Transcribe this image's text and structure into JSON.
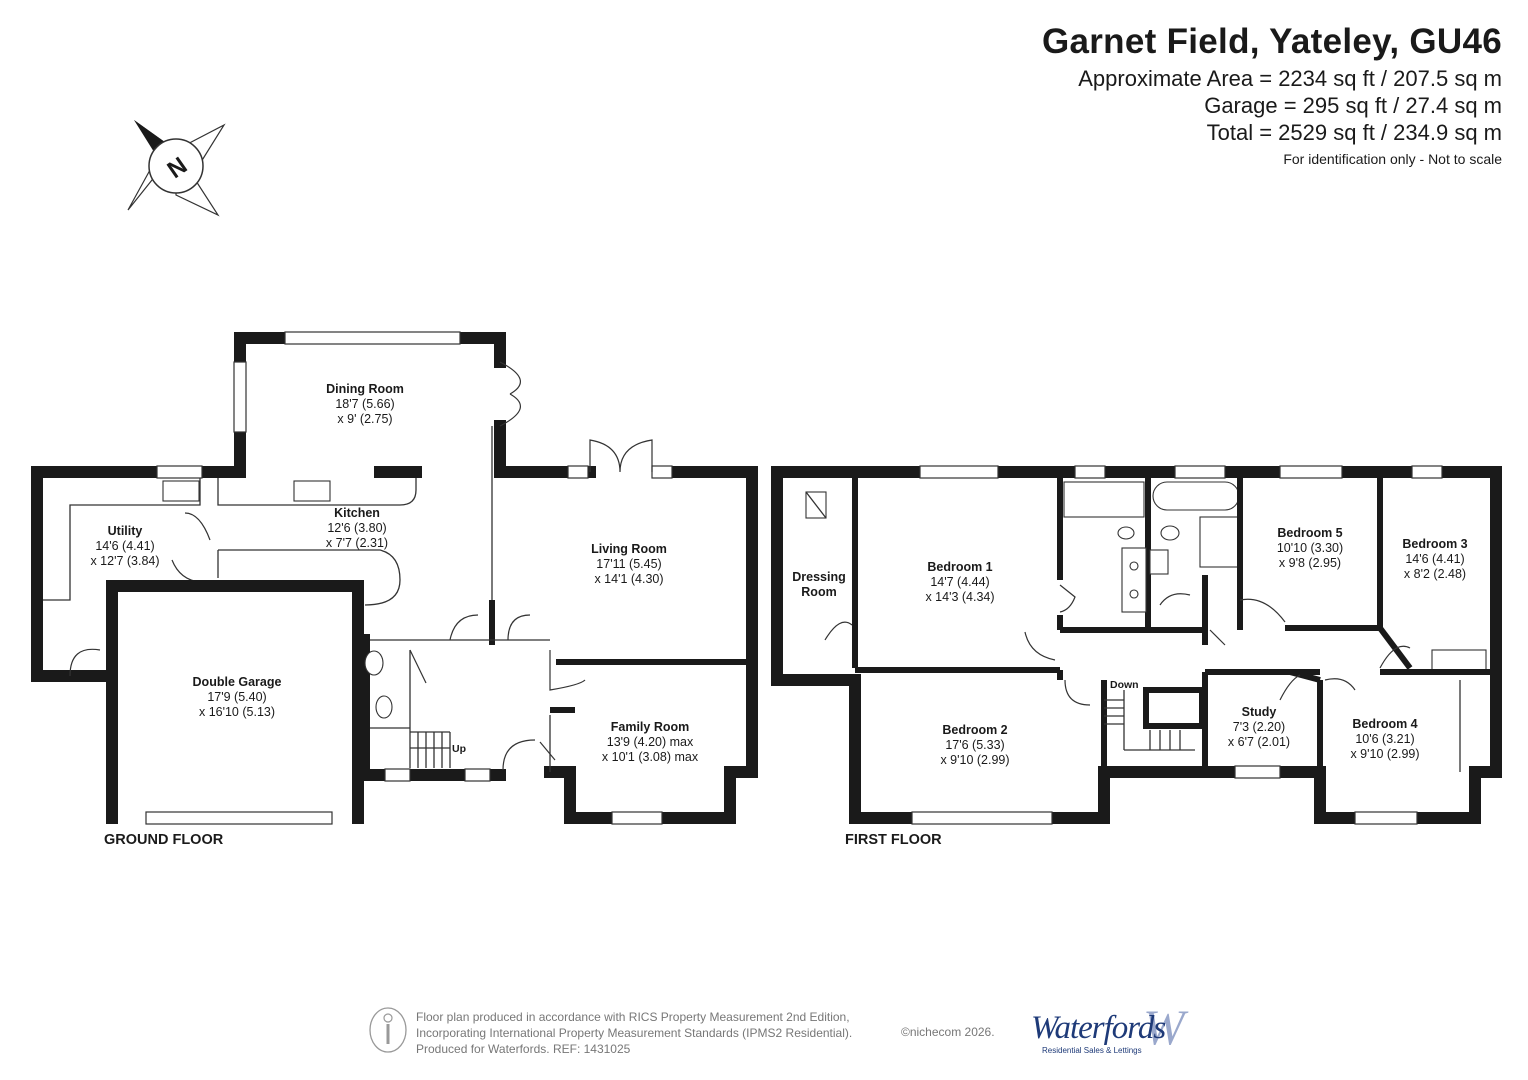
{
  "header": {
    "title": "Garnet Field, Yateley, GU46",
    "area_line": "Approximate Area = 2234 sq ft / 207.5 sq m",
    "garage_line": "Garage = 295 sq ft / 27.4 sq m",
    "total_line": "Total = 2529 sq ft / 234.9 sq m",
    "note": "For identification only - Not to scale"
  },
  "compass": {
    "letter": "N"
  },
  "ground_floor": {
    "label": "GROUND FLOOR",
    "rooms": [
      {
        "name": "Dining Room",
        "dim1": "18'7 (5.66)",
        "dim2": "x 9' (2.75)"
      },
      {
        "name": "Kitchen",
        "dim1": "12'6 (3.80)",
        "dim2": "x 7'7 (2.31)"
      },
      {
        "name": "Utility",
        "dim1": "14'6 (4.41)",
        "dim2": "x 12'7 (3.84)"
      },
      {
        "name": "Living Room",
        "dim1": "17'11 (5.45)",
        "dim2": "x 14'1 (4.30)"
      },
      {
        "name": "Double Garage",
        "dim1": "17'9 (5.40)",
        "dim2": "x 16'10 (5.13)"
      },
      {
        "name": "Family Room",
        "dim1": "13'9 (4.20) max",
        "dim2": "x 10'1 (3.08) max"
      }
    ],
    "stairs_label": "Up"
  },
  "first_floor": {
    "label": "FIRST FLOOR",
    "rooms": [
      {
        "name": "Dressing",
        "dim1": "Room",
        "dim2": ""
      },
      {
        "name": "Bedroom 1",
        "dim1": "14'7 (4.44)",
        "dim2": "x 14'3 (4.34)"
      },
      {
        "name": "Bedroom 5",
        "dim1": "10'10 (3.30)",
        "dim2": "x 9'8 (2.95)"
      },
      {
        "name": "Bedroom 3",
        "dim1": "14'6 (4.41)",
        "dim2": "x 8'2 (2.48)"
      },
      {
        "name": "Bedroom 2",
        "dim1": "17'6 (5.33)",
        "dim2": "x 9'10 (2.99)"
      },
      {
        "name": "Study",
        "dim1": "7'3 (2.20)",
        "dim2": "x 6'7 (2.01)"
      },
      {
        "name": "Bedroom 4",
        "dim1": "10'6 (3.21)",
        "dim2": "x 9'10 (2.99)"
      }
    ],
    "stairs_label": "Down"
  },
  "footer": {
    "line1": "Floor plan produced in accordance with RICS Property Measurement 2nd Edition,",
    "line2": "Incorporating International Property Measurement Standards (IPMS2 Residential).",
    "line3": "Produced for Waterfords.   REF: 1431025",
    "copyright": "©nichecom 2026.",
    "brand": "Waterfords",
    "brand_tagline": "Residential Sales & Lettings"
  },
  "colors": {
    "wall": "#1a1a1a",
    "brand": "#1e3a78",
    "muted": "#777777"
  }
}
